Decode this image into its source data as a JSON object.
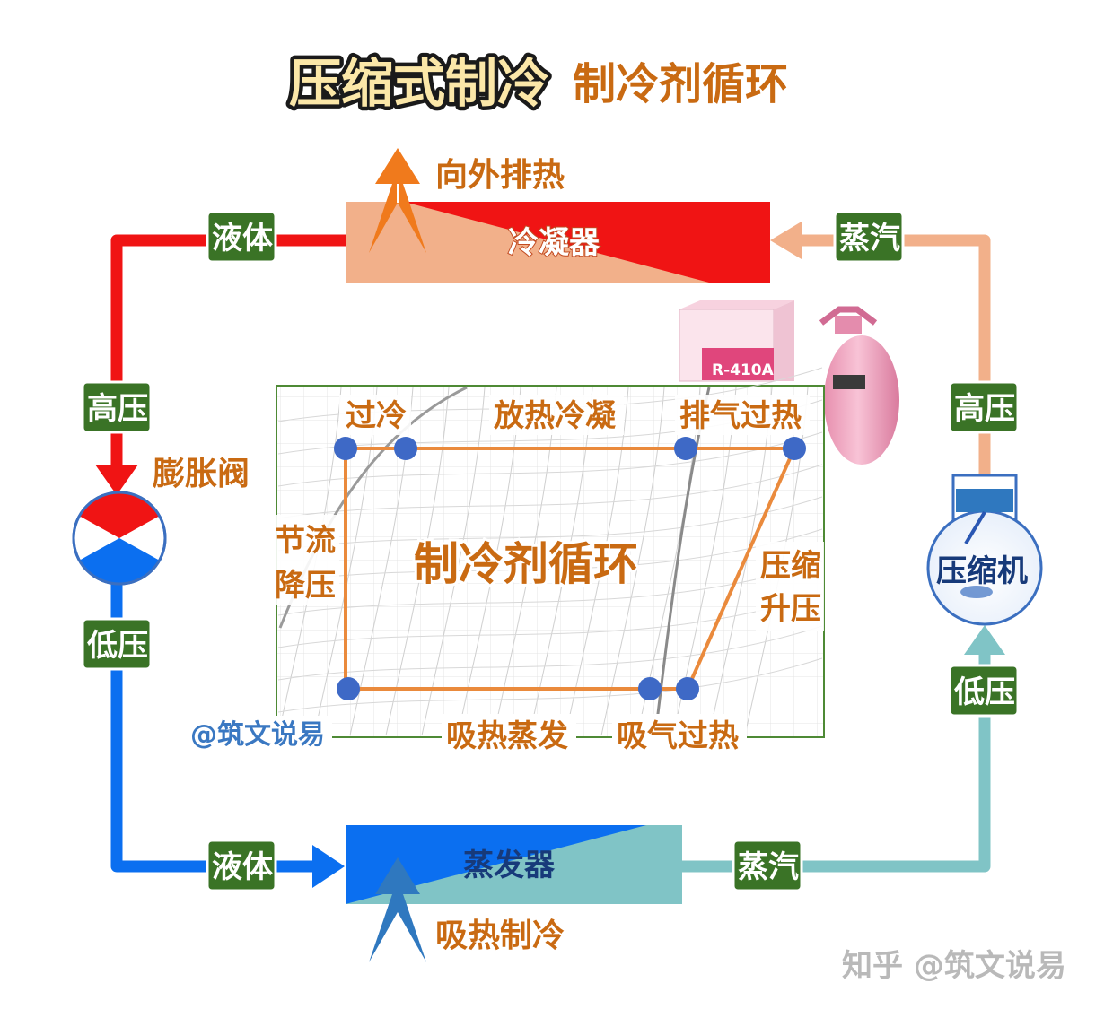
{
  "title": {
    "main": "压缩式制冷",
    "sub": "制冷剂循环"
  },
  "condenser": {
    "label": "冷凝器",
    "note": "向外排热"
  },
  "evaporator": {
    "label": "蒸发器",
    "note": "吸热制冷"
  },
  "expansion_valve": {
    "label": "膨胀阀"
  },
  "compressor": {
    "label": "压缩机"
  },
  "badges": {
    "liquid_top": "液体",
    "vapor_top": "蒸汽",
    "high_pressure_left": "高压",
    "high_pressure_right": "高压",
    "low_pressure_left": "低压",
    "low_pressure_right": "低压",
    "liquid_bottom": "液体",
    "vapor_bottom": "蒸汽"
  },
  "cycle_chart": {
    "center_label": "制冷剂循环",
    "subcooling": "过冷",
    "condensing": "放热冷凝",
    "discharge_superheat": "排气过热",
    "throttle": [
      "节流",
      "降压"
    ],
    "compression": [
      "压缩",
      "升压"
    ],
    "evaporating": "吸热蒸发",
    "suction_superheat": "吸气过热"
  },
  "refrigerant": {
    "box_label": "R-410A"
  },
  "signature": "@筑文说易",
  "watermark": "知乎 @筑文说易",
  "colors": {
    "hot_line": "#f01414",
    "warm_line": "#f2b08a",
    "cold_line": "#0b6ff0",
    "cool_line": "#80c4c6",
    "badge_green": "#3a7326",
    "label_orange": "#c96a12",
    "cycle_dot": "#3e69c6"
  }
}
